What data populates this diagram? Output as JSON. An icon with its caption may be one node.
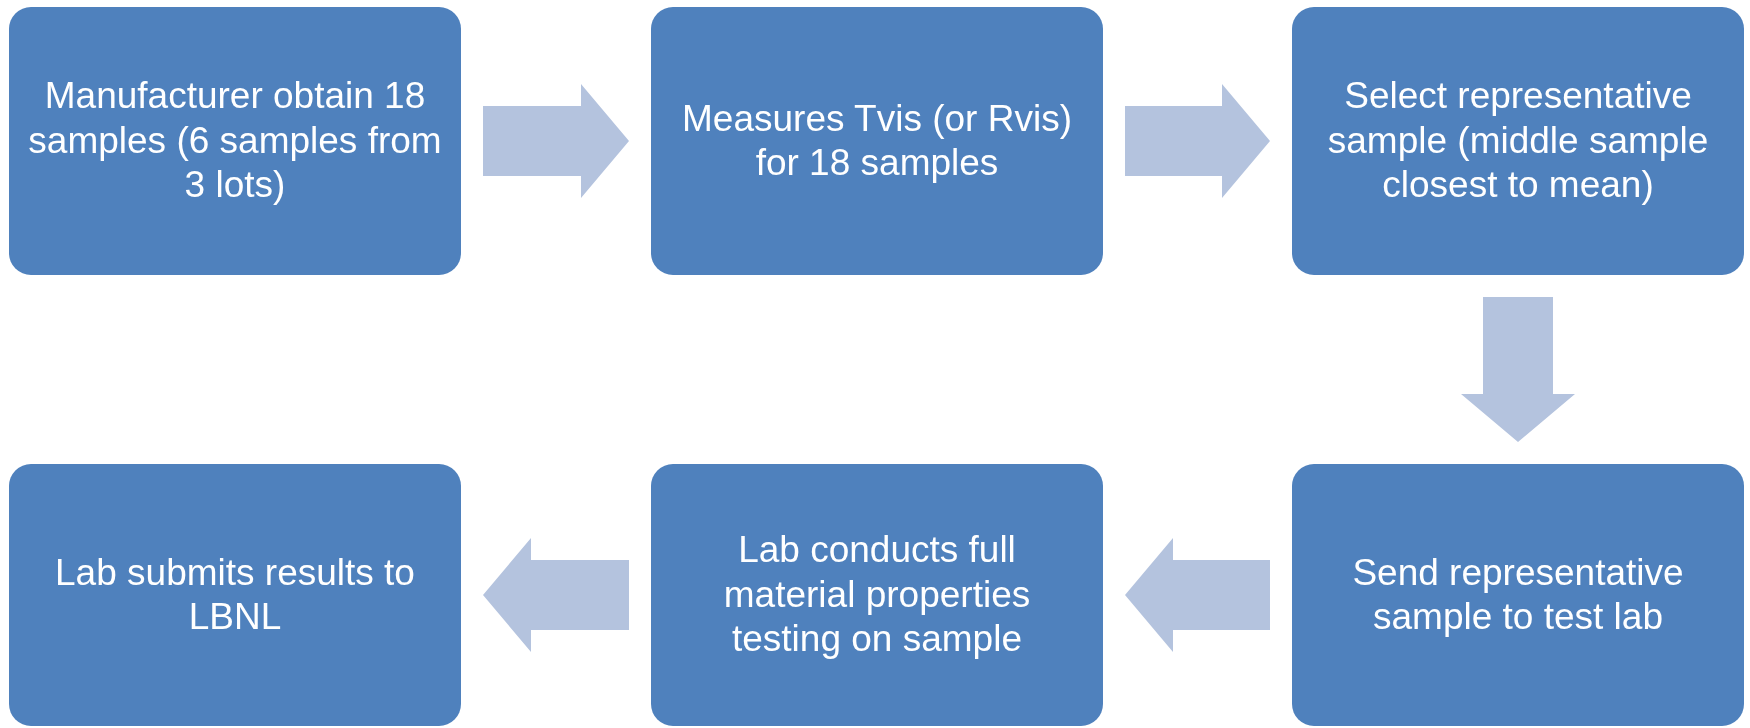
{
  "diagram": {
    "nodes": [
      {
        "text": [
          "Manufacturer obtain 18 samples (6 samples from 3 lots)"
        ]
      },
      {
        "text": [
          "Measures Tvis (or Rvis) for 18 samples"
        ]
      },
      {
        "text": [
          "Select representative sample (middle sample closest to mean)"
        ]
      },
      {
        "text": [
          "Lab submits results to LBNL"
        ]
      },
      {
        "text": [
          "Lab conducts full material properties testing on sample"
        ]
      },
      {
        "text": [
          "Send representative sample to test lab"
        ]
      }
    ],
    "edges": [
      {
        "from": 0,
        "to": 1,
        "arrow": "to"
      },
      {
        "from": 1,
        "to": 2,
        "arrow": "to"
      },
      {
        "from": 2,
        "to": 5,
        "arrow": "to"
      },
      {
        "from": 5,
        "to": 4,
        "arrow": "to"
      },
      {
        "from": 4,
        "to": 3,
        "arrow": "to"
      }
    ]
  }
}
